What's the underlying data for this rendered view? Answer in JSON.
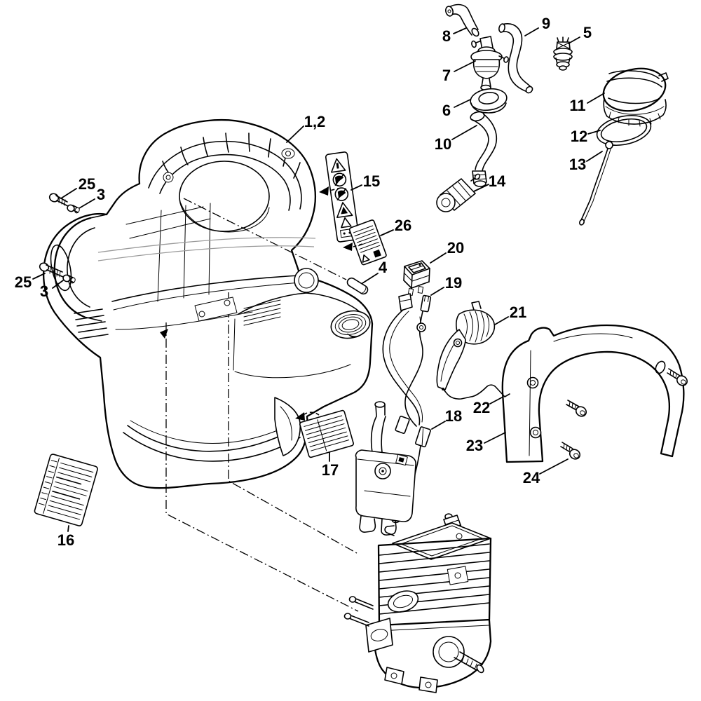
{
  "palette": {
    "background": "#ffffff",
    "line_color": "#000000"
  },
  "callouts": [
    {
      "label": "1,2"
    },
    {
      "label": "25"
    },
    {
      "label": "3"
    },
    {
      "label": "25"
    },
    {
      "label": "3"
    },
    {
      "label": "15"
    },
    {
      "label": "26"
    },
    {
      "label": "4"
    },
    {
      "label": "20"
    },
    {
      "label": "19"
    },
    {
      "label": "21"
    },
    {
      "label": "22"
    },
    {
      "label": "18"
    },
    {
      "label": "23"
    },
    {
      "label": "24"
    },
    {
      "label": "17"
    },
    {
      "label": "16"
    },
    {
      "label": "8"
    },
    {
      "label": "9"
    },
    {
      "label": "7"
    },
    {
      "label": "6"
    },
    {
      "label": "10"
    },
    {
      "label": "14"
    },
    {
      "label": "5"
    },
    {
      "label": "11"
    },
    {
      "label": "12"
    },
    {
      "label": "13"
    }
  ]
}
